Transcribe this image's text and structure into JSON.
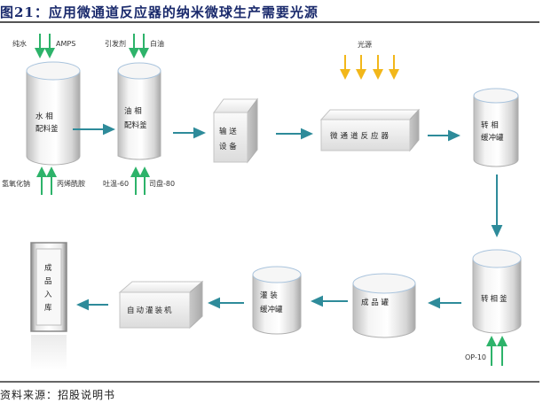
{
  "title": "图21：应用微通道反应器的纳米微球生产需要光源",
  "source": "资料来源：招股说明书",
  "colors": {
    "flow_arrow": "#2e8b9a",
    "input_arrow": "#2db36a",
    "light_arrow": "#f2b71a",
    "title": "#1a2a6c"
  },
  "nodes": {
    "water_tank": {
      "line1": "水  相",
      "line2": "配料釜"
    },
    "oil_tank": {
      "line1": "油  相",
      "line2": "配料釜"
    },
    "transfer": {
      "line1": "输  送",
      "line2": "设  备"
    },
    "reactor": {
      "label": "微通道反应器"
    },
    "phase_buffer": {
      "line1": "转  相",
      "line2": "缓冲罐"
    },
    "phase_kettle": {
      "label": "转相釜"
    },
    "product_tank": {
      "label": "成  品  罐"
    },
    "fill_buffer": {
      "line1": "灌  装",
      "line2": "缓冲罐"
    },
    "filler": {
      "label": "自动灌装机"
    },
    "warehouse": {
      "chars": [
        "成",
        "品",
        "入",
        "库"
      ]
    }
  },
  "inputs": {
    "water_top_left": "纯水",
    "water_top_right": "AMPS",
    "oil_top_left": "引发剂",
    "oil_top_right": "白油",
    "water_bottom_left": "氢氧化钠",
    "water_bottom_right": "丙烯酰胺",
    "oil_bottom_left": "吐温-60",
    "oil_bottom_right": "司盘-80",
    "light_source": "光源",
    "phase_kettle_input": "OP-10"
  }
}
